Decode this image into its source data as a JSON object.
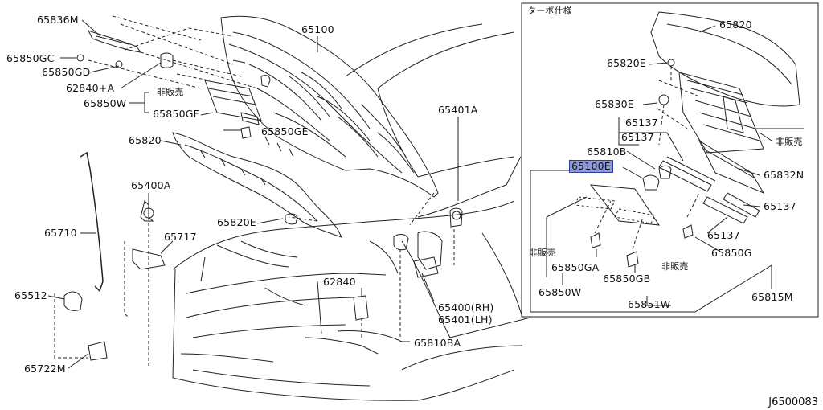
{
  "inset_title": "ターボ仕様",
  "reference_code": "J6500083",
  "callouts": [
    {
      "id": "65836M",
      "text": "65836M"
    },
    {
      "id": "65850GC",
      "text": "65850GC"
    },
    {
      "id": "65850GD",
      "text": "65850GD"
    },
    {
      "id": "62840A",
      "text": "62840+A"
    },
    {
      "id": "hihanbai1",
      "text": "非販売"
    },
    {
      "id": "65850W",
      "text": "65850W"
    },
    {
      "id": "65850GF",
      "text": "65850GF"
    },
    {
      "id": "65850GE",
      "text": "65850GE"
    },
    {
      "id": "65820",
      "text": "65820"
    },
    {
      "id": "65100",
      "text": "65100"
    },
    {
      "id": "65401A",
      "text": "65401A"
    },
    {
      "id": "65400A",
      "text": "65400A"
    },
    {
      "id": "65710",
      "text": "65710"
    },
    {
      "id": "65717",
      "text": "65717"
    },
    {
      "id": "65820E",
      "text": "65820E"
    },
    {
      "id": "62840",
      "text": "62840"
    },
    {
      "id": "65512",
      "text": "65512"
    },
    {
      "id": "65400RH",
      "text": "65400(RH)"
    },
    {
      "id": "65401LH",
      "text": "65401(LH)"
    },
    {
      "id": "65810BA",
      "text": "65810BA"
    },
    {
      "id": "65722M",
      "text": "65722M"
    },
    {
      "id": "t65820",
      "text": "65820"
    },
    {
      "id": "t65820E",
      "text": "65820E"
    },
    {
      "id": "t65830E",
      "text": "65830E"
    },
    {
      "id": "t65137a",
      "text": "65137"
    },
    {
      "id": "t65137b",
      "text": "65137"
    },
    {
      "id": "t65810B",
      "text": "65810B"
    },
    {
      "id": "t65100E",
      "text": "65100E",
      "highlight": true
    },
    {
      "id": "thihanbai1",
      "text": "非販売"
    },
    {
      "id": "t65832N",
      "text": "65832N"
    },
    {
      "id": "t65137c",
      "text": "65137"
    },
    {
      "id": "t65137d",
      "text": "65137"
    },
    {
      "id": "thihanbai2",
      "text": "非販売"
    },
    {
      "id": "t65850GA",
      "text": "65850GA"
    },
    {
      "id": "t65850W",
      "text": "65850W"
    },
    {
      "id": "t65850G",
      "text": "65850G"
    },
    {
      "id": "thihanbai3",
      "text": "非販売"
    },
    {
      "id": "t65850GB",
      "text": "65850GB"
    },
    {
      "id": "t65851W",
      "text": "65851W"
    },
    {
      "id": "t65815M",
      "text": "65815M"
    }
  ]
}
